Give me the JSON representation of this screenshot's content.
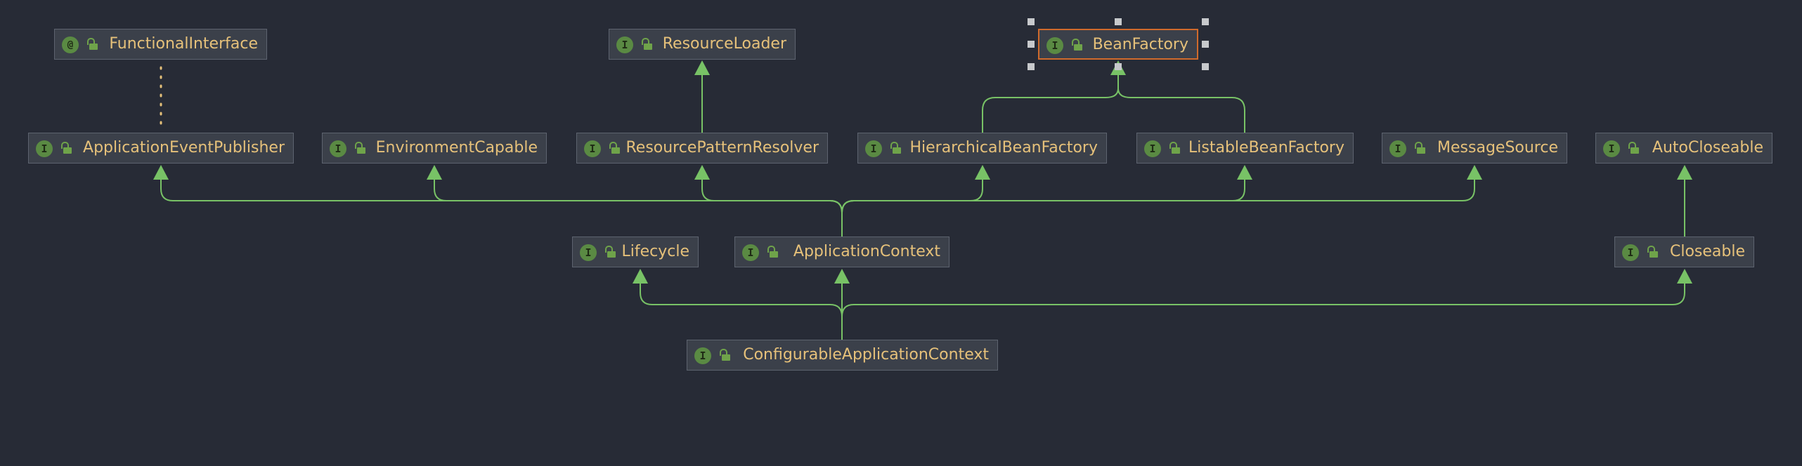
{
  "diagram": {
    "nodes": [
      {
        "id": "FunctionalInterface",
        "kind": "annotation",
        "badge": "@",
        "label": "FunctionalInterface"
      },
      {
        "id": "ResourceLoader",
        "kind": "interface",
        "badge": "I",
        "label": "ResourceLoader"
      },
      {
        "id": "BeanFactory",
        "kind": "interface",
        "badge": "I",
        "label": "BeanFactory",
        "selected": true
      },
      {
        "id": "ApplicationEventPublisher",
        "kind": "interface",
        "badge": "I",
        "label": "ApplicationEventPublisher"
      },
      {
        "id": "EnvironmentCapable",
        "kind": "interface",
        "badge": "I",
        "label": "EnvironmentCapable"
      },
      {
        "id": "ResourcePatternResolver",
        "kind": "interface",
        "badge": "I",
        "label": "ResourcePatternResolver"
      },
      {
        "id": "HierarchicalBeanFactory",
        "kind": "interface",
        "badge": "I",
        "label": "HierarchicalBeanFactory"
      },
      {
        "id": "ListableBeanFactory",
        "kind": "interface",
        "badge": "I",
        "label": "ListableBeanFactory"
      },
      {
        "id": "MessageSource",
        "kind": "interface",
        "badge": "I",
        "label": "MessageSource"
      },
      {
        "id": "AutoCloseable",
        "kind": "interface",
        "badge": "I",
        "label": "AutoCloseable"
      },
      {
        "id": "Lifecycle",
        "kind": "interface",
        "badge": "I",
        "label": "Lifecycle"
      },
      {
        "id": "ApplicationContext",
        "kind": "interface",
        "badge": "I",
        "label": "ApplicationContext"
      },
      {
        "id": "Closeable",
        "kind": "interface",
        "badge": "I",
        "label": "Closeable"
      },
      {
        "id": "ConfigurableApplicationContext",
        "kind": "interface",
        "badge": "I",
        "label": "ConfigurableApplicationContext"
      }
    ],
    "edges": [
      {
        "from": "ResourcePatternResolver",
        "to": "ResourceLoader",
        "style": "extends"
      },
      {
        "from": "HierarchicalBeanFactory",
        "to": "BeanFactory",
        "style": "extends"
      },
      {
        "from": "ListableBeanFactory",
        "to": "BeanFactory",
        "style": "extends"
      },
      {
        "from": "ApplicationContext",
        "to": "ApplicationEventPublisher",
        "style": "extends"
      },
      {
        "from": "ApplicationContext",
        "to": "EnvironmentCapable",
        "style": "extends"
      },
      {
        "from": "ApplicationContext",
        "to": "ResourcePatternResolver",
        "style": "extends"
      },
      {
        "from": "ApplicationContext",
        "to": "HierarchicalBeanFactory",
        "style": "extends"
      },
      {
        "from": "ApplicationContext",
        "to": "ListableBeanFactory",
        "style": "extends"
      },
      {
        "from": "ApplicationContext",
        "to": "MessageSource",
        "style": "extends"
      },
      {
        "from": "Closeable",
        "to": "AutoCloseable",
        "style": "extends"
      },
      {
        "from": "ConfigurableApplicationContext",
        "to": "Lifecycle",
        "style": "extends"
      },
      {
        "from": "ConfigurableApplicationContext",
        "to": "ApplicationContext",
        "style": "extends"
      },
      {
        "from": "ConfigurableApplicationContext",
        "to": "Closeable",
        "style": "extends"
      },
      {
        "from": "ApplicationEventPublisher",
        "to": "FunctionalInterface",
        "style": "annotated"
      }
    ],
    "colors": {
      "background": "#272b36",
      "node_fill": "#3b404a",
      "node_border": "#5d636f",
      "selected_border": "#d06a2c",
      "label": "#e6c17a",
      "badge": "#5a8a43",
      "edge": "#78c266",
      "annotation_edge": "#e6c17a",
      "selection_handle": "#c7c9cc"
    }
  }
}
